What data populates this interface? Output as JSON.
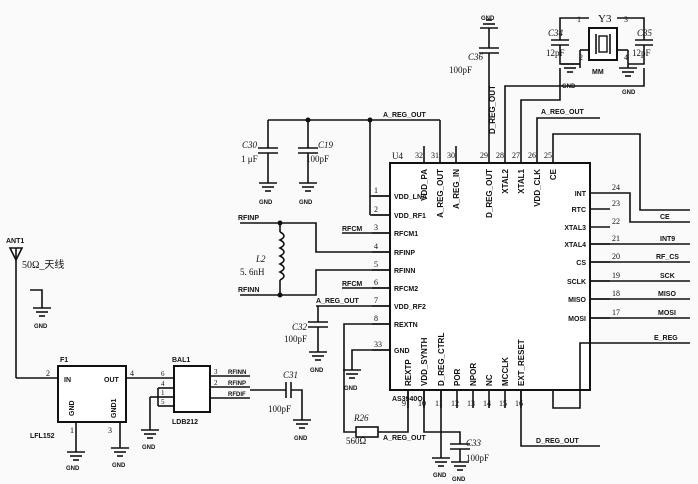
{
  "gnd_label": "GND",
  "crystal": {
    "ref": "Y3",
    "pkg": "MM",
    "pin1": "1",
    "pin2": "2",
    "pin3": "3",
    "pin4": "4"
  },
  "c34": {
    "ref": "C34",
    "val": "12pF"
  },
  "c35": {
    "ref": "C35",
    "val": "12pF"
  },
  "c36": {
    "ref": "C36",
    "val": "100pF"
  },
  "c30": {
    "ref": "C30",
    "val": "1 μF"
  },
  "c19": {
    "ref": "C19",
    "val": "100pF"
  },
  "c32": {
    "ref": "C32",
    "val": "100pF"
  },
  "c31": {
    "ref": "C31",
    "val": "100pF"
  },
  "c33": {
    "ref": "C33",
    "val": "100pF"
  },
  "r26": {
    "ref": "R26",
    "val": "560Ω"
  },
  "l2": {
    "ref": "L2",
    "val": "5. 6nH"
  },
  "antenna": {
    "ref": "ANT1",
    "desc": "50Ω_天线"
  },
  "filter": {
    "ref": "F1",
    "in": "IN",
    "out": "OUT",
    "gnd": "GND",
    "gnd1": "GND1",
    "part": "LFL152",
    "pin2": "2",
    "pin4": "4",
    "pin1": "1",
    "pin3": "3"
  },
  "balun": {
    "ref": "BAL1",
    "part": "LDB212",
    "p6": "6",
    "p4": "4",
    "p1": "1",
    "p5": "5",
    "p3": "3",
    "p2": "2"
  },
  "ic": {
    "ref": "U4",
    "part": "AS3940O",
    "top_pins": [
      {
        "num": "32",
        "name": "VDD_PA"
      },
      {
        "num": "31",
        "name": "A_REG_OUT"
      },
      {
        "num": "30",
        "name": "A_REG_IN"
      },
      {
        "num": "29",
        "name": "D_REG_OUT"
      },
      {
        "num": "28",
        "name": "XTAL2"
      },
      {
        "num": "27",
        "name": "XTAL1"
      },
      {
        "num": "26",
        "name": "VDD_CLK"
      },
      {
        "num": "25",
        "name": "CE"
      }
    ],
    "left_pins": [
      {
        "num": "1",
        "name": "VDD_LNA"
      },
      {
        "num": "2",
        "name": "VDD_RF1"
      },
      {
        "num": "3",
        "name": "RFCM1"
      },
      {
        "num": "4",
        "name": "RFINP"
      },
      {
        "num": "5",
        "name": "RFINN"
      },
      {
        "num": "6",
        "name": "RFCM2"
      },
      {
        "num": "7",
        "name": "VDD_RF2"
      },
      {
        "num": "8",
        "name": "REXTN"
      },
      {
        "num": "33",
        "name": "GND"
      }
    ],
    "right_pins": [
      {
        "num": "24",
        "name": "INT"
      },
      {
        "num": "23",
        "name": "RTC"
      },
      {
        "num": "22",
        "name": "XTAL3"
      },
      {
        "num": "21",
        "name": "XTAL4"
      },
      {
        "num": "20",
        "name": "CS"
      },
      {
        "num": "19",
        "name": "SCLK"
      },
      {
        "num": "18",
        "name": "MISO"
      },
      {
        "num": "17",
        "name": "MOSI"
      }
    ],
    "bottom_pins": [
      {
        "num": "9",
        "name": "REXTP"
      },
      {
        "num": "10",
        "name": "VDD_SYNTH"
      },
      {
        "num": "11",
        "name": "D_REG_CTRL"
      },
      {
        "num": "12",
        "name": "POR"
      },
      {
        "num": "13",
        "name": "NPOR"
      },
      {
        "num": "14",
        "name": "NC"
      },
      {
        "num": "15",
        "name": "MCCLK"
      },
      {
        "num": "16",
        "name": "EXT_RESET"
      }
    ]
  },
  "nets": {
    "a_reg_out_top": "A_REG_OUT",
    "a_reg_out_mid": "A_REG_OUT",
    "a_reg_out_bot": "A_REG_OUT",
    "a_reg_out_right": "A_REG_OUT",
    "d_reg_out_top": "D_REG_OUT",
    "d_reg_out_bot": "D_REG_OUT",
    "rfinp": "RFINP",
    "rfinn": "RFINN",
    "rfcm_1": "RFCM",
    "rfcm_2": "RFCM",
    "rfinp_bal": "RFINP",
    "rfinn_bal": "RFINN",
    "rfdif": "RFDIF",
    "ce": "CE",
    "int9": "INT9",
    "rf_cs": "RF_CS",
    "sck": "SCK",
    "miso": "MISO",
    "mosi": "MOSI",
    "e_reg": "E_REG"
  }
}
